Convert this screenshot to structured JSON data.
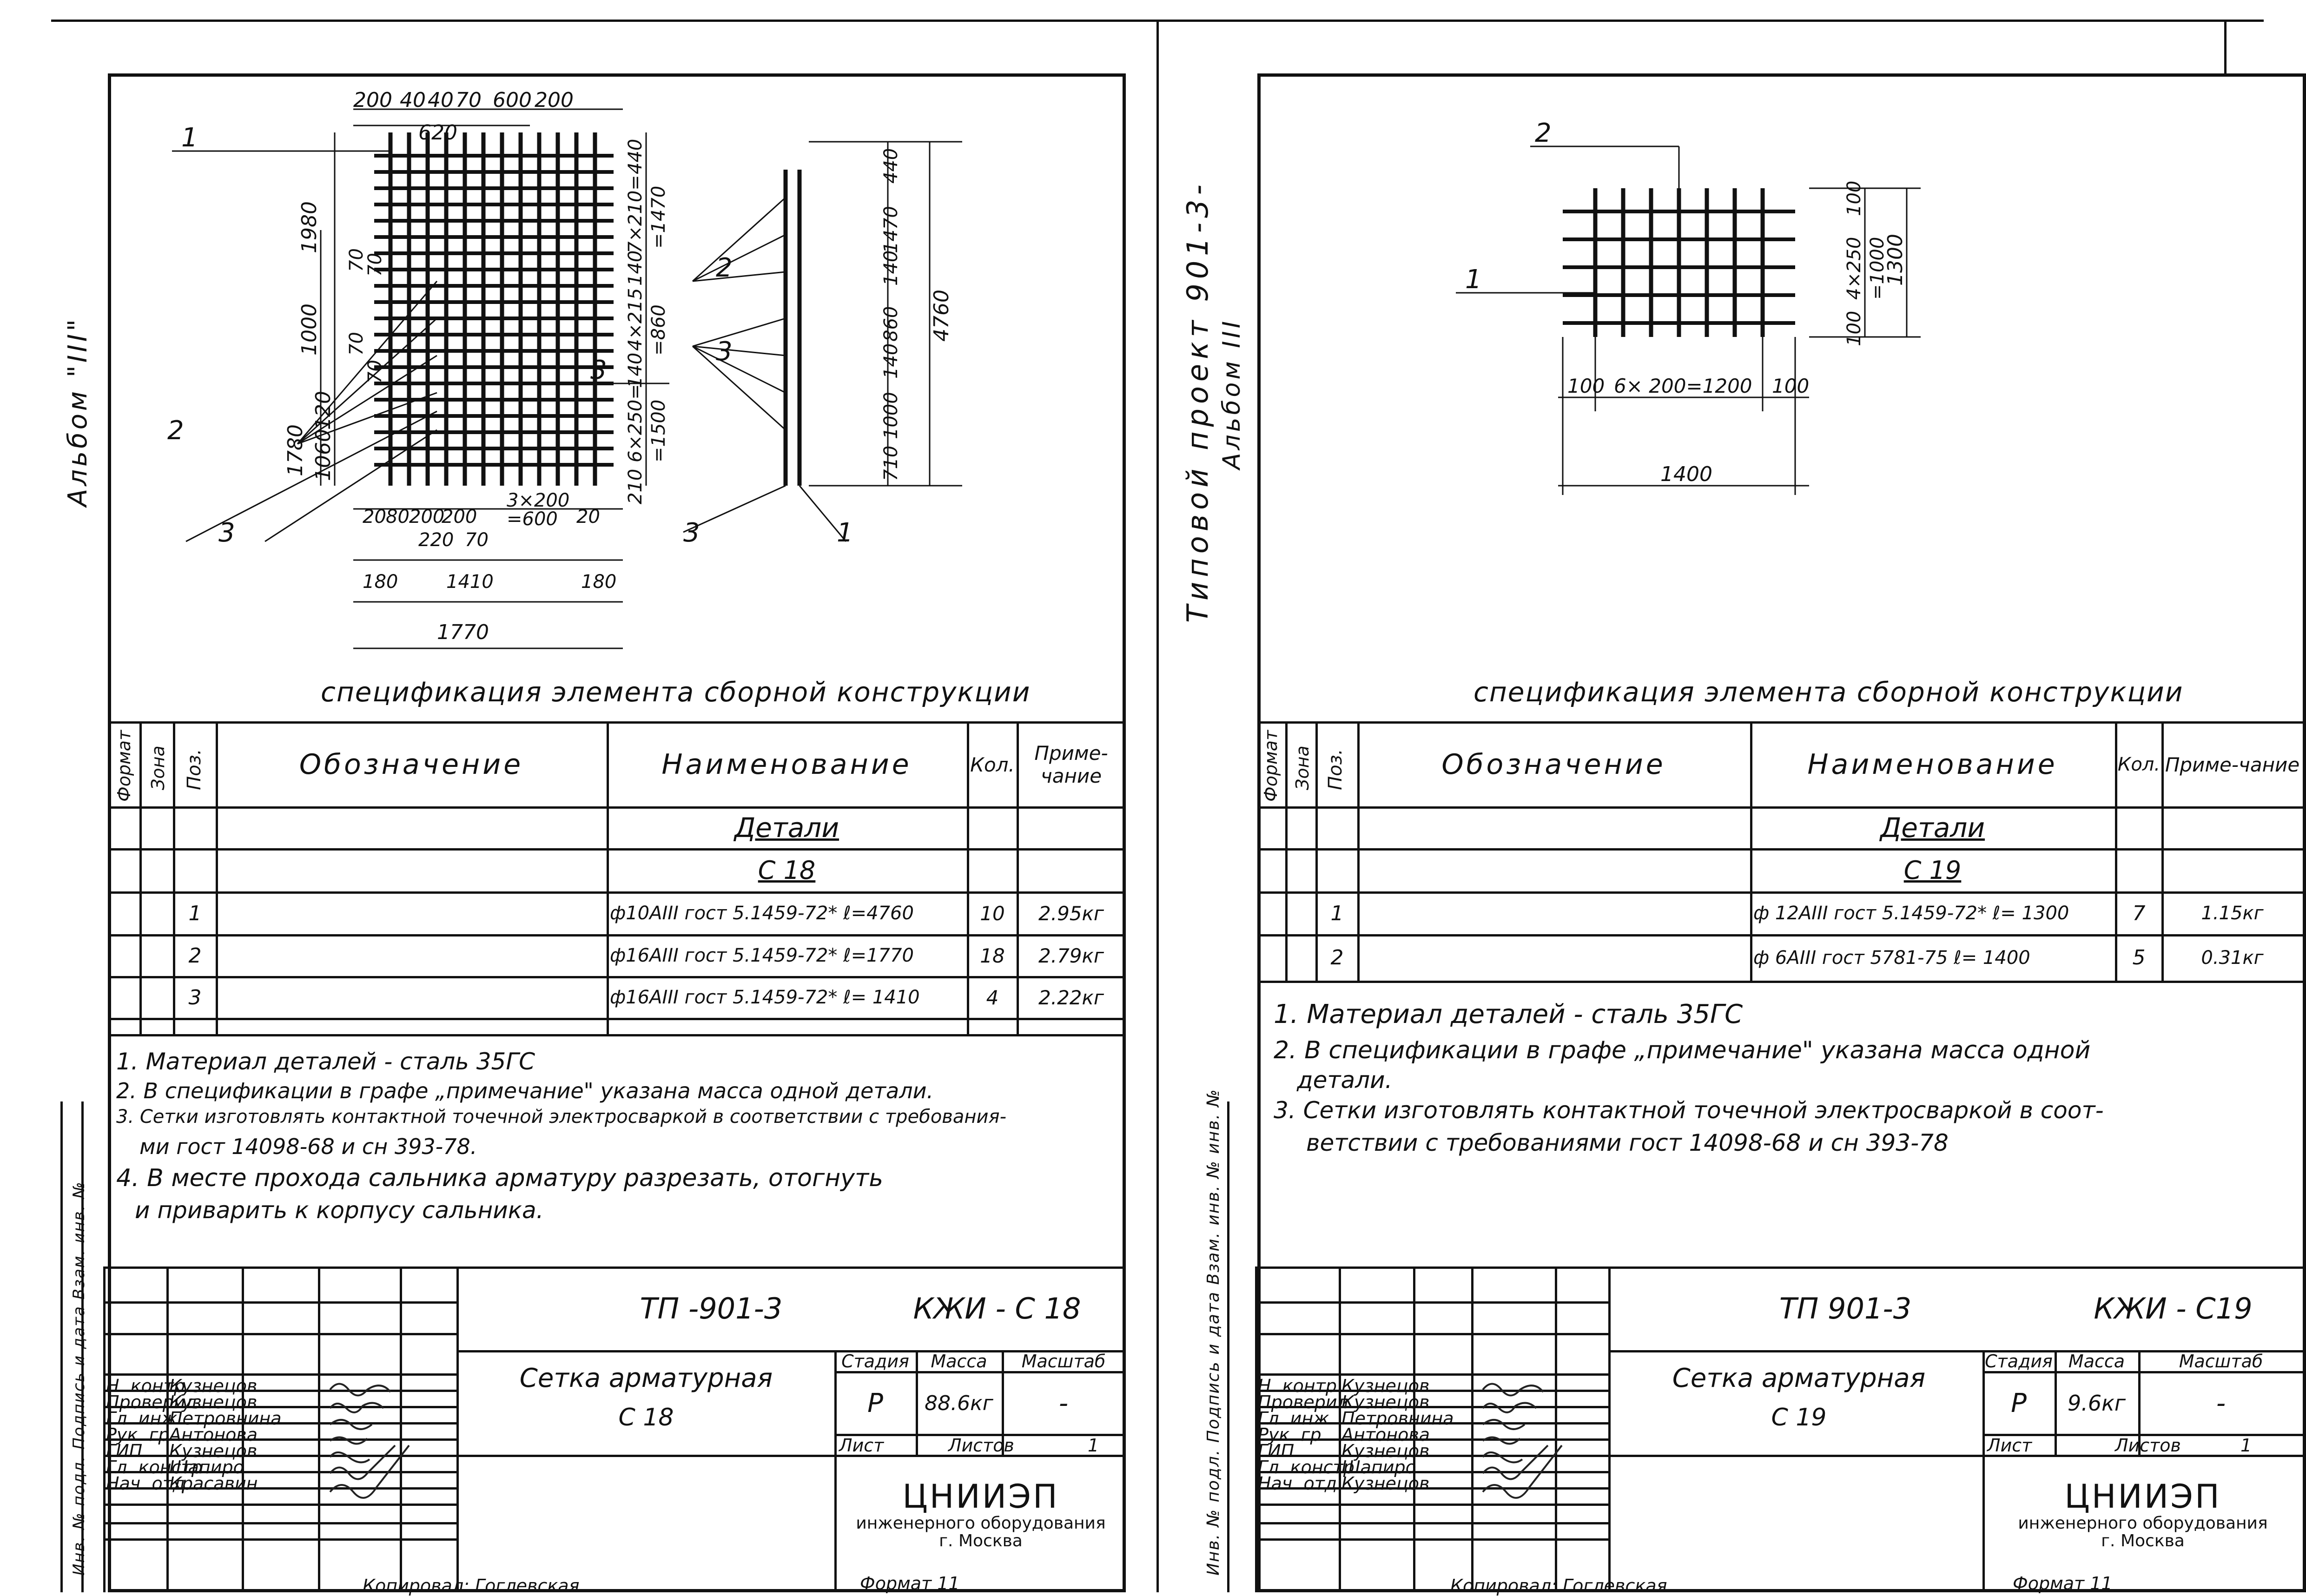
{
  "sheets": [
    {
      "album_label": "Альбом \"III\"",
      "drawing": {
        "dims_top": [
          "200",
          "40",
          "40",
          "70",
          "600",
          "200",
          "620"
        ],
        "dims_left": [
          "1980",
          "1000",
          "1780",
          "1060",
          "120",
          "70",
          "70",
          "70",
          "70"
        ],
        "dims_right_mid": [
          "440",
          "7×210=",
          "=1470",
          "140",
          "4×215",
          "=860",
          "140",
          "6×250=",
          "=1500",
          "210"
        ],
        "dims_side": [
          "440",
          "1470",
          "140",
          "860",
          "140",
          "1000",
          "710",
          "4760"
        ],
        "dims_bottom": [
          "20",
          "80",
          "200",
          "200",
          "3×200",
          "=600",
          "20",
          "220",
          "70",
          "180",
          "1410",
          "180",
          "1770"
        ],
        "leaders": [
          "1",
          "2",
          "3",
          "3",
          "2",
          "3",
          "3",
          "1"
        ]
      },
      "spec_title": "спецификация элемента сборной конструкции",
      "table": {
        "headers": {
          "format": "Формат",
          "zone": "Зона",
          "pos": "Поз.",
          "designation": "Обозначение",
          "name": "Наименование",
          "qty": "Кол.",
          "note": "Приме-чание"
        },
        "section": "Детали",
        "subsection": "С 18",
        "rows": [
          {
            "pos": "1",
            "name": "ф10АIII  гост 5.1459-72*  ℓ=4760",
            "qty": "10",
            "note": "2.95кг"
          },
          {
            "pos": "2",
            "name": "ф16АIII  гост 5.1459-72*  ℓ=1770",
            "qty": "18",
            "note": "2.79кг"
          },
          {
            "pos": "3",
            "name": "ф16АIII  гост 5.1459-72*  ℓ= 1410",
            "qty": "4",
            "note": "2.22кг"
          }
        ]
      },
      "notes": [
        "1. Материал деталей - сталь 35ГС",
        "2. В спецификации в графе „примечание\" указана масса одной детали.",
        "3. Сетки изготовлять контактной точечной электросваркой в соответствии с требования-",
        "ми гост 14098-68 и сн 393-78.",
        "4. В месте прохода сальника арматуру разрезать, отогнуть",
        "и приварить к корпусу сальника."
      ],
      "title_block": {
        "project": "ТП -901-3",
        "code": "КЖИ - С 18",
        "name_line1": "Сетка   арматурная",
        "name_line2": "С 18",
        "stage_label": "Стадия",
        "mass_label": "Масса",
        "scale_label": "Масштаб",
        "stage": "Р",
        "mass": "88.6кг",
        "scale": "-",
        "sheet_label": "Лист",
        "sheets_label": "Листов",
        "sheets": "1",
        "org1": "ЦНИИЭП",
        "org2": "инженерного оборудования",
        "org3": "г. Москва",
        "roles": [
          "Н. контр.",
          "Проверил",
          "Гл. инж.",
          "Рук. гр.",
          "ГИП",
          "Гл. констр.",
          "Нач. отд."
        ],
        "people": [
          "Кузнецов",
          "Кузнецов",
          "Петровнина",
          "Антонова",
          "Кузнецов",
          "Шапиро",
          "Красавин"
        ],
        "bottom_cut": "Копировал:  Гоглевская",
        "format_label": "Формат 11"
      },
      "side_stamp": "Инв. № подл.   Подпись и дата   Взам. инв. №"
    },
    {
      "project_label": "Типовой проект 901-3-",
      "album_label": "Альбом III",
      "drawing": {
        "leaders": [
          "2",
          "1"
        ],
        "dims_right": [
          "100",
          "4×250",
          "=1000",
          "100",
          "1300"
        ],
        "dims_bottom": [
          "100",
          "6× 200=1200",
          "100",
          "1400"
        ]
      },
      "spec_title": "спецификация элемента сборной конструкции",
      "table": {
        "headers": {
          "format": "Формат",
          "zone": "Зона",
          "pos": "Поз.",
          "designation": "Обозначение",
          "name": "Наименование",
          "qty": "Кол.",
          "note": "Приме-чание"
        },
        "section": "Детали",
        "subsection": "С 19",
        "rows": [
          {
            "pos": "1",
            "name": "ф 12АIII  гост 5.1459-72*  ℓ= 1300",
            "qty": "7",
            "note": "1.15кг"
          },
          {
            "pos": "2",
            "name": "ф 6АIII  гост 5781-75   ℓ= 1400",
            "qty": "5",
            "note": "0.31кг"
          }
        ]
      },
      "notes": [
        "1. Материал деталей - сталь 35ГС",
        "2. В спецификации в графе „примечание\" указана масса одной",
        "детали.",
        "3. Сетки изготовлять контактной точечной электросваркой в соот-",
        "ветствии с требованиями гост 14098-68 и сн 393-78"
      ],
      "title_block": {
        "project": "ТП 901-3",
        "code": "КЖИ - С19",
        "name_line1": "Сетка   арматурная",
        "name_line2": "С 19",
        "stage_label": "Стадия",
        "mass_label": "Масса",
        "scale_label": "Масштаб",
        "stage": "Р",
        "mass": "9.6кг",
        "scale": "-",
        "sheet_label": "Лист",
        "sheets_label": "Листов",
        "sheets": "1",
        "org1": "ЦНИИЭП",
        "org2": "инженерного оборудования",
        "org3": "г. Москва",
        "roles": [
          "Н. контр.",
          "Проверил",
          "Гл. инж.",
          "Рук. гр.",
          "ГИП",
          "Гл. констр.",
          "Нач. отд."
        ],
        "people": [
          "Кузнецов",
          "Кузнецов",
          "Петровнина",
          "Антонова",
          "Кузнецов",
          "Шапиро",
          "Кузнецов"
        ],
        "bottom_cut": "Копировал:  Гоглевская",
        "format_label": "Формат 11"
      },
      "side_stamp": "Инв. № подл.   Подпись и дата   Взам. инв. №   инв. №"
    }
  ]
}
